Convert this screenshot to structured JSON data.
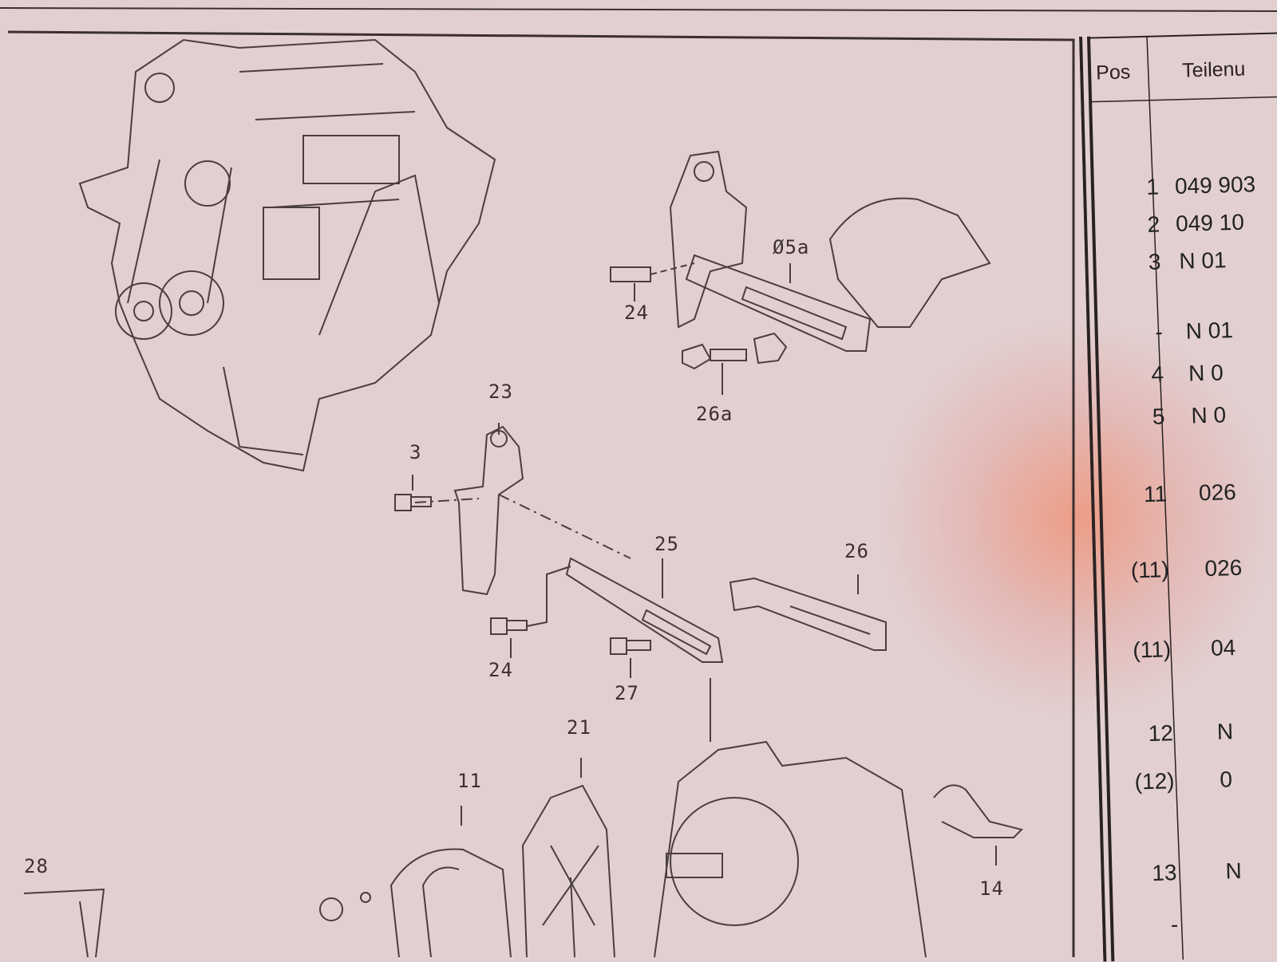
{
  "page_number": "28",
  "callouts": {
    "c24a": "24",
    "c25a": "Ø5a",
    "c26a": "26a",
    "c23": "23",
    "c3": "3",
    "c25": "25",
    "c26": "26",
    "c24b": "24",
    "c27": "27",
    "c21": "21",
    "c11": "11",
    "c14": "14"
  },
  "table": {
    "headers": [
      "Pos",
      "Teilenu"
    ],
    "rows": [
      {
        "pos": "1",
        "part": "049 903"
      },
      {
        "pos": "2",
        "part": "049 10"
      },
      {
        "pos": "3",
        "part": "N  01"
      },
      {
        "pos": "-",
        "part": "N  01"
      },
      {
        "pos": "4",
        "part": "N  0"
      },
      {
        "pos": "5",
        "part": "N  0"
      },
      {
        "pos": "11",
        "part": "026"
      },
      {
        "pos": "(11)",
        "part": "026"
      },
      {
        "pos": "(11)",
        "part": "04"
      },
      {
        "pos": "12",
        "part": "N"
      },
      {
        "pos": "(12)",
        "part": "0"
      },
      {
        "pos": "13",
        "part": "N"
      },
      {
        "pos": "-",
        "part": ""
      }
    ]
  },
  "colors": {
    "paper": "#e2cfd0",
    "ink": "#3b3030",
    "glow": "#f08c6e"
  }
}
